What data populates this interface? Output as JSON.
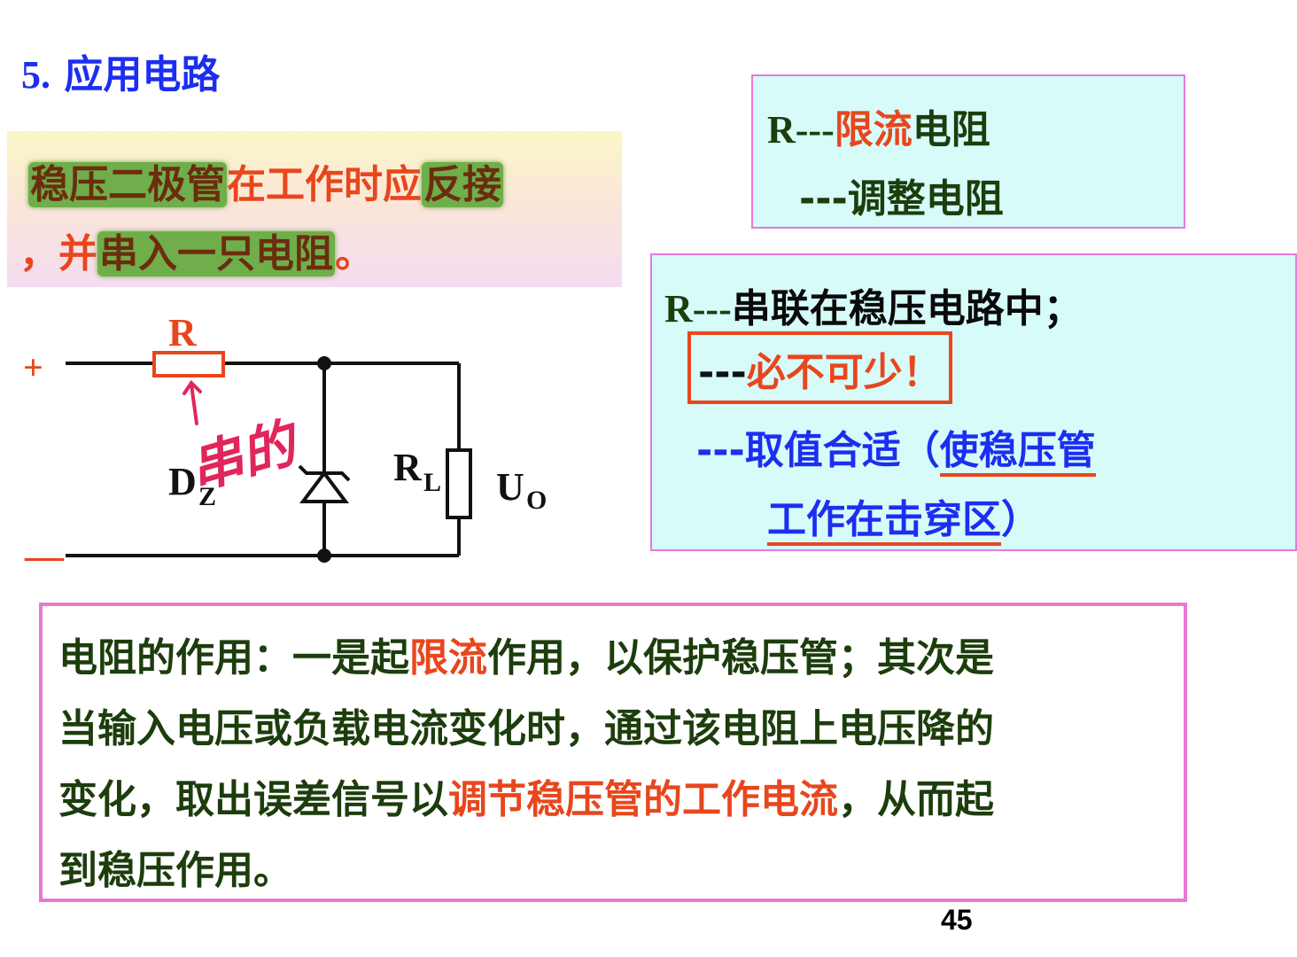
{
  "slide": {
    "title_num": "5.",
    "title_text": "应用电路",
    "page_number": "45"
  },
  "note": {
    "line1": [
      {
        "text": "稳压二极管",
        "style": "hl"
      },
      {
        "text": "在工作时应",
        "style": "red"
      },
      {
        "text": "反接",
        "style": "hl"
      }
    ],
    "line2": [
      {
        "text": "，并",
        "style": "red"
      },
      {
        "text": "串入一只电阻",
        "style": "hl"
      },
      {
        "text": "。",
        "style": "red"
      }
    ]
  },
  "box1": {
    "line1_prefix": "R---",
    "line1_red": "限流",
    "line1_rest": "电阻",
    "line2": "---调整电阻"
  },
  "box2": {
    "line1_prefix": "R---",
    "line1_rest": "串联在稳压电路中；",
    "line2_dash": "---",
    "line2_red": "必不可少！",
    "line3_prefix": "---取值合适（",
    "line3_ul": "使稳压管",
    "line4_ul": "工作在击穿区",
    "line4_end": "）"
  },
  "circuit": {
    "plus": "+",
    "minus": "—",
    "r_label": "R",
    "dz_label": "D",
    "dz_sub": "Z",
    "rl_label": "R",
    "rl_sub": "L",
    "uo_label": "U",
    "uo_sub": "O",
    "handwritten": "串的"
  },
  "paragraph": {
    "p1_a": "电阻的作用：一是起",
    "p1_red": "限流",
    "p1_b": "作用，以保护稳压管；其次是",
    "p2": "当输入电压或负载电流变化时，通过该电阻上电压降的",
    "p3_a": "变化，取出误差信号以",
    "p3_red": "调节稳压管的工作电流",
    "p3_b": "，从而起",
    "p4": "到稳压作用。"
  },
  "colors": {
    "title_blue": "#1c2ef0",
    "accent_red": "#e8461d",
    "text_dark_green": "#1c3d0c",
    "highlight_green": "#6fae4a",
    "box_fill_cyan": "#d6fbf9",
    "box_border_pink": "#e779d6"
  }
}
